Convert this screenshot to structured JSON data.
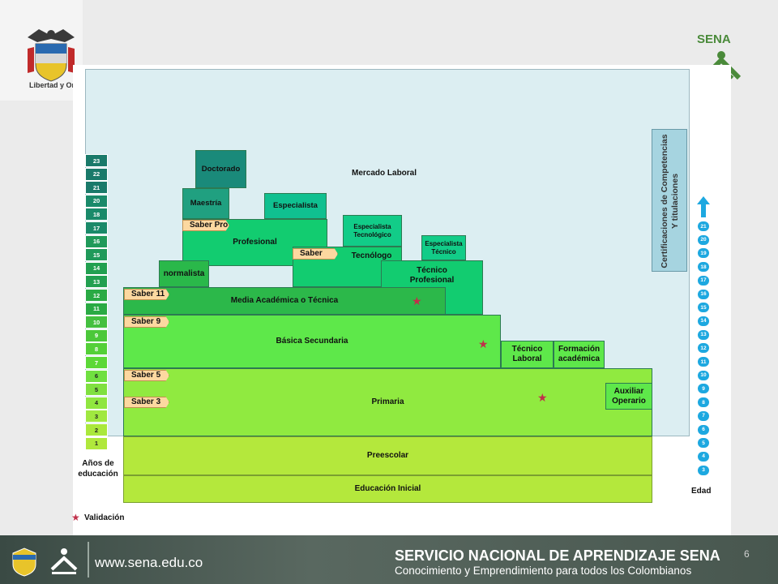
{
  "header": {
    "emblem_caption": "Libertad y Orden",
    "logo_text": "SENA"
  },
  "diagram": {
    "market": "Mercado Laboral",
    "levels": {
      "doctorado": "Doctorado",
      "maestria": "Maestría",
      "especialista": "Especialista",
      "profesional": "Profesional",
      "esp_tecnologico": [
        "Especialista",
        "Tecnológico"
      ],
      "esp_tecnico": [
        "Especialista",
        "Técnico"
      ],
      "tecnologo": "Tecnólogo",
      "normalista": "normalista",
      "tecnico_profesional": [
        "Técnico",
        "Profesional"
      ],
      "media": "Media Académica o Técnica",
      "basica": "Básica Secundaria",
      "tecnico_laboral": [
        "Técnico",
        "Laboral"
      ],
      "formacion_academica": [
        "Formación",
        "académica"
      ],
      "primaria": "Primaria",
      "auxiliar": [
        "Auxiliar",
        "Operario"
      ],
      "preescolar": "Preescolar",
      "inicial": "Educación Inicial"
    },
    "tags": {
      "saber_pro_1": "Saber Pro",
      "saber_pro_2": "Saber Pro",
      "saber_11": "Saber 11",
      "saber_9": "Saber 9",
      "saber_5": "Saber 5",
      "saber_3": "Saber 3"
    },
    "certifications": [
      "Certificaciones de Competencias",
      "Y titulaciones"
    ],
    "years_label": [
      "Años de",
      "educación"
    ],
    "years": [
      "23",
      "22",
      "21",
      "20",
      "18",
      "17",
      "16",
      "15",
      "14",
      "13",
      "12",
      "11",
      "10",
      "9",
      "8",
      "7",
      "6",
      "5",
      "4",
      "3",
      "2",
      "1"
    ],
    "age_label": "Edad",
    "ages": [
      "21",
      "20",
      "19",
      "18",
      "17",
      "16",
      "15",
      "14",
      "13",
      "12",
      "11",
      "10",
      "9",
      "8",
      "7",
      "6",
      "5",
      "4",
      "3"
    ],
    "legend": "Validación"
  },
  "footer": {
    "url": "www.sena.edu.co",
    "title": "SERVICIO NACIONAL DE APRENDIZAJE SENA",
    "subtitle": "Conocimiento y Emprendimiento para todos los Colombianos",
    "page_number": "6"
  },
  "colors": {
    "teal_dark": "#1a8a7a",
    "teal": "#10b890",
    "green_dark": "#28b040",
    "green": "#5ee84a",
    "lime": "#90ea40",
    "yellow_green": "#b4e83c",
    "sky": "#dceef2",
    "age_blue": "#1da8e0"
  }
}
